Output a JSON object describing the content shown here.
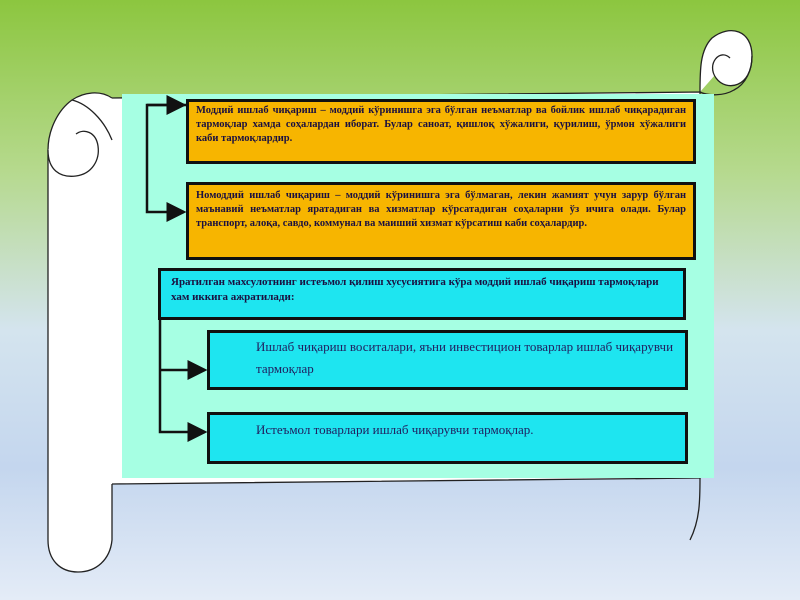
{
  "diagram": {
    "boxes": [
      {
        "id": "box-1",
        "text": "Моддий ишлаб чиқариш – моддий кўринишга эга бўлган неъматлар ва бойлик ишлаб чиқарадиган тармоқлар хамда соҳалардан иборат. Булар саноат, қишлоқ хўжалиги, қурилиш, ўрмон хўжалиги каби тармоқлардир."
      },
      {
        "id": "box-2",
        "text": "Номоддий ишлаб чиқариш – моддий кўринишга эга бўлмаган, лекин жамият учун зарур бўлган маънавий неъматлар яратадиган ва хизматлар кўрсатадиган соҳаларни ўз ичига олади. Булар транспорт, алоқа, савдо, коммунал ва маиший хизмат кўрсатиш каби соҳалардир."
      },
      {
        "id": "box-3",
        "text": "Яратилган махсулотнинг истеъмол қилиш хусусиятига кўра моддий ишлаб чиқариш тармоқлари хам иккига ажратилади:"
      },
      {
        "id": "box-4",
        "text": "Ишлаб чиқариш воситалари, яъни инвестицион товарлар ишлаб чиқарувчи тармоқлар"
      },
      {
        "id": "box-5",
        "text": "Истеъмол товарлари ишлаб чиқарувчи тармоқлар."
      }
    ]
  },
  "colors": {
    "panel": "#a6ffe3",
    "orange_box": "#f7b500",
    "cyan_box": "#1ee5f0",
    "scroll_stroke": "#222222"
  }
}
